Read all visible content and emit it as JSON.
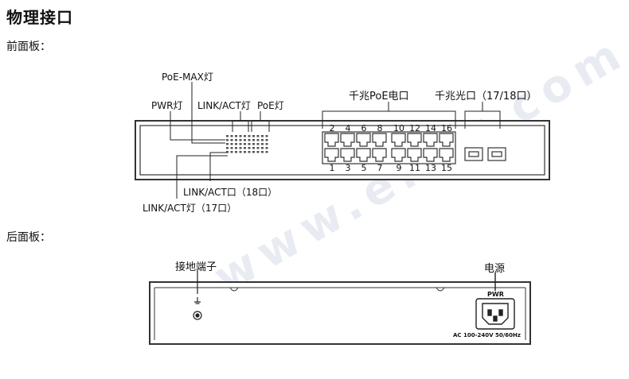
{
  "title": "物理接口",
  "front_panel": {
    "heading": "前面板：",
    "labels": {
      "poe_max": "PoE-MAX灯",
      "pwr": "PWR灯",
      "link_act_led": "LINK/ACT灯",
      "poe_led": "PoE灯",
      "gigabit_poe": "千兆PoE电口",
      "fiber": "千兆光口（17/18口）",
      "link_act_18": "LINK/ACT口（18口）",
      "link_act_17": "LINK/ACT灯（17口）"
    },
    "top_ports": [
      "2",
      "4",
      "6",
      "8",
      "10",
      "12",
      "14",
      "16"
    ],
    "bottom_ports": [
      "1",
      "3",
      "5",
      "7",
      "9",
      "11",
      "13",
      "15"
    ]
  },
  "rear_panel": {
    "heading": "后面板：",
    "labels": {
      "ground": "接地端子",
      "power": "电源",
      "pwr_tag": "PWR",
      "psu_spec": "AC 100-240V 50/60Hz"
    }
  },
  "watermark": "www.ehsy.com",
  "colors": {
    "chassis": "#444444",
    "line": "#222222",
    "background": "#ffffff"
  }
}
